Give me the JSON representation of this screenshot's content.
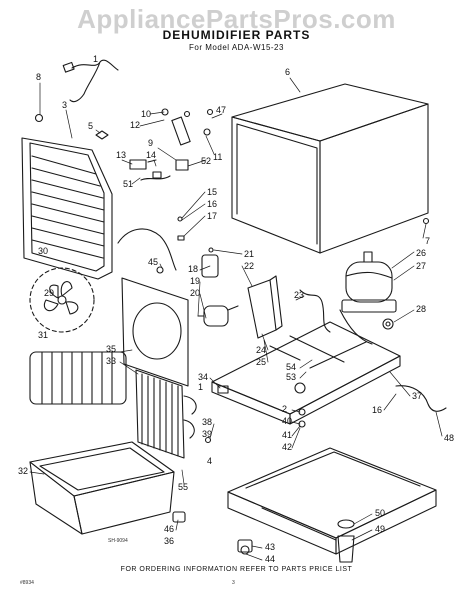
{
  "watermark": "AppliancePartsPros.com",
  "title": "DEHUMIDIFIER PARTS",
  "subtitle": "For Model ADA-W15-23",
  "footer": "FOR ORDERING INFORMATION REFER TO PARTS PRICE LIST",
  "drawing_number": "SH-9094",
  "corner_code": "#8934",
  "page_number": "3",
  "callouts": [
    "1",
    "2",
    "3",
    "4",
    "5",
    "6",
    "7",
    "8",
    "9",
    "10",
    "11",
    "12",
    "13",
    "14",
    "15",
    "16",
    "17",
    "18",
    "19",
    "20",
    "21",
    "22",
    "23",
    "24",
    "25",
    "26",
    "27",
    "28",
    "29",
    "30",
    "31",
    "32",
    "33",
    "34",
    "35",
    "36",
    "37",
    "38",
    "39",
    "40",
    "41",
    "42",
    "43",
    "44",
    "45",
    "46",
    "47",
    "48",
    "49",
    "50",
    "51",
    "52",
    "53",
    "54",
    "55"
  ],
  "callout_labels": {
    "c1": "1",
    "c2": "2",
    "c3": "3",
    "c4": "4",
    "c5": "5",
    "c6": "6",
    "c7": "7",
    "c8": "8",
    "c9": "9",
    "c10": "10",
    "c11": "11",
    "c12": "12",
    "c13": "13",
    "c14": "14",
    "c15": "15",
    "c16a": "16",
    "c16b": "16",
    "c17": "17",
    "c18": "18",
    "c19": "19",
    "c20": "20",
    "c21": "21",
    "c22": "22",
    "c23": "23",
    "c24": "24",
    "c25": "25",
    "c26": "26",
    "c27": "27",
    "c28": "28",
    "c29": "29",
    "c30": "30",
    "c31": "31",
    "c32": "32",
    "c33": "33",
    "c34": "34",
    "c35": "35",
    "c36": "36",
    "c37": "37",
    "c38": "38",
    "c39": "39",
    "c40": "40",
    "c41": "41",
    "c42": "42",
    "c43": "43",
    "c44": "44",
    "c45": "45",
    "c46": "46",
    "c47": "47",
    "c48": "48",
    "c49": "49",
    "c50": "50",
    "c51": "51",
    "c52": "52",
    "c53": "53",
    "c54": "54",
    "c55": "55"
  }
}
